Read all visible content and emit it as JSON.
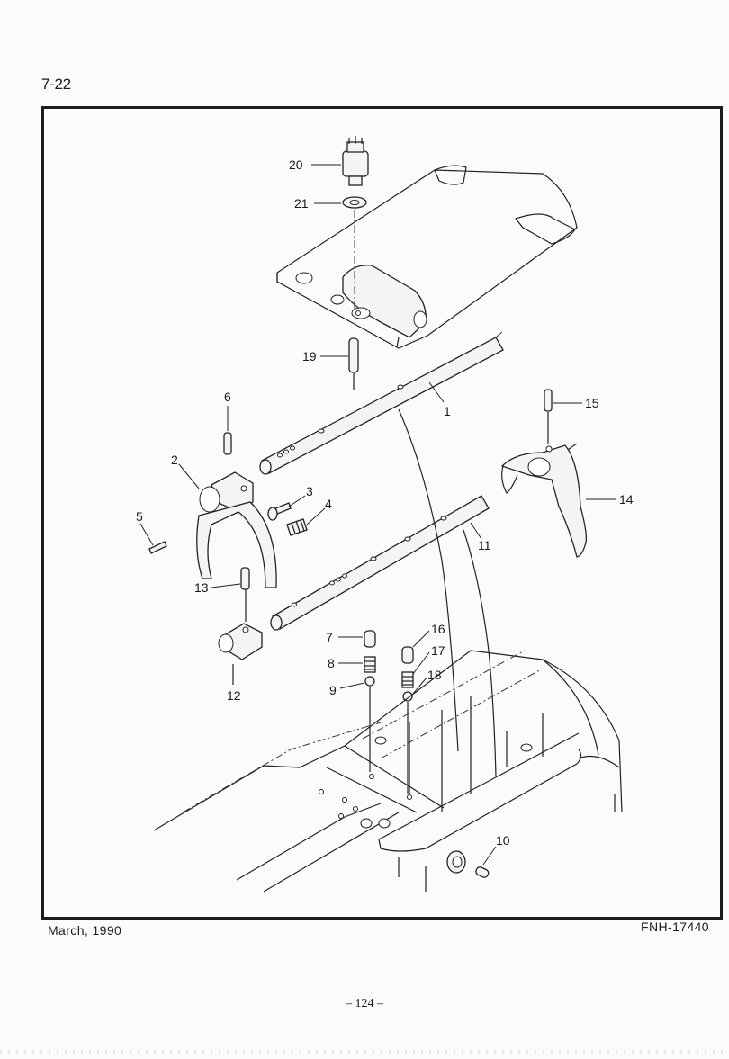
{
  "header": {
    "section_ref": "7-22"
  },
  "footer": {
    "date": "March, 1990",
    "document_number": "FNH-17440",
    "page_number": "– 124 –"
  },
  "diagram": {
    "callouts": {
      "c1": "1",
      "c2": "2",
      "c3": "3",
      "c4": "4",
      "c5": "5",
      "c6": "6",
      "c7": "7",
      "c8": "8",
      "c9": "9",
      "c10": "10",
      "c11": "11",
      "c12": "12",
      "c13": "13",
      "c14": "14",
      "c15": "15",
      "c16": "16",
      "c17": "17",
      "c18": "18",
      "c19": "19",
      "c20": "20",
      "c21": "21"
    }
  }
}
